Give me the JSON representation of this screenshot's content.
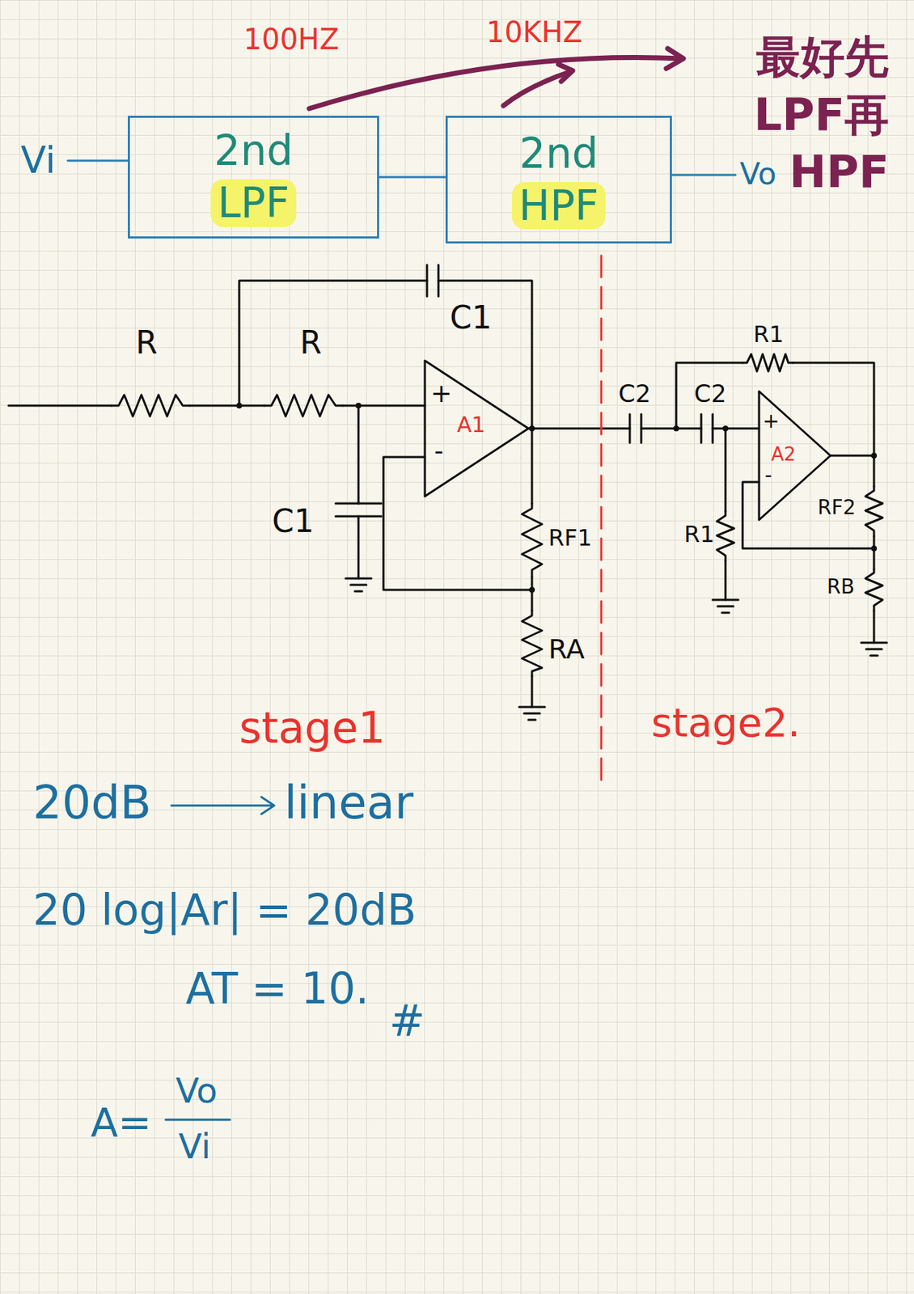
{
  "diagram": {
    "nodes": [
      {
        "text": [
          "2nd",
          "LPF"
        ]
      },
      {
        "text": [
          "2nd",
          "HPF"
        ]
      }
    ],
    "edges": [
      {
        "from": 0,
        "to": 1,
        "arrow": "none"
      }
    ],
    "labels": [
      "100HZ",
      "10KHZ",
      "最好先 LPF再 HPF",
      "Vi",
      "Vo",
      "C1",
      "R",
      "R",
      "+",
      "A1",
      "-",
      "C2",
      "C2",
      "R1",
      "+",
      "A2",
      "-",
      "RF2",
      "C1",
      "R1",
      "RF1",
      "RB",
      "RA",
      "stage1",
      "stage2.",
      "20dB",
      "linear",
      "20 log|Ar| = 20dB",
      "AT = 10.",
      "#",
      "A=",
      "Vo",
      "Vi"
    ]
  }
}
